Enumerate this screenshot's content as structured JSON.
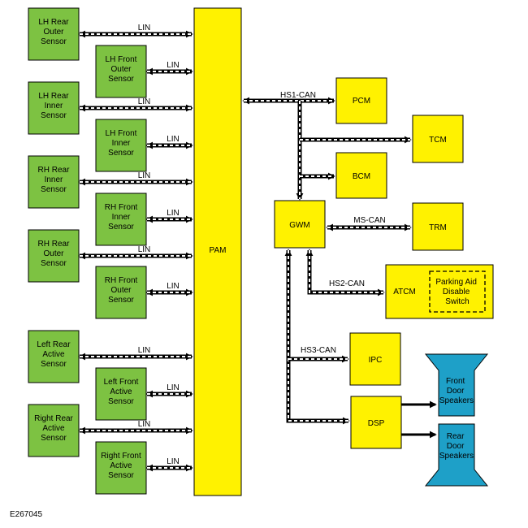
{
  "modules": {
    "pam": "PAM",
    "pcm": "PCM",
    "tcm": "TCM",
    "bcm": "BCM",
    "gwm": "GWM",
    "trm": "TRM",
    "atcm": "ATCM",
    "ipc": "IPC",
    "dsp": "DSP"
  },
  "sensors": [
    {
      "id": "lh-rear-outer",
      "lines": [
        "LH Rear",
        "Outer",
        "Sensor"
      ]
    },
    {
      "id": "lh-front-outer",
      "lines": [
        "LH Front",
        "Outer",
        "Sensor"
      ]
    },
    {
      "id": "lh-rear-inner",
      "lines": [
        "LH Rear",
        "Inner",
        "Sensor"
      ]
    },
    {
      "id": "lh-front-inner",
      "lines": [
        "LH Front",
        "Inner",
        "Sensor"
      ]
    },
    {
      "id": "rh-rear-inner",
      "lines": [
        "RH Rear",
        "Inner",
        "Sensor"
      ]
    },
    {
      "id": "rh-front-inner",
      "lines": [
        "RH Front",
        "Inner",
        "Sensor"
      ]
    },
    {
      "id": "rh-rear-outer",
      "lines": [
        "RH Rear",
        "Outer",
        "Sensor"
      ]
    },
    {
      "id": "rh-front-outer",
      "lines": [
        "RH Front",
        "Outer",
        "Sensor"
      ]
    },
    {
      "id": "left-rear-active",
      "lines": [
        "Left Rear",
        "Active",
        "Sensor"
      ]
    },
    {
      "id": "left-front-active",
      "lines": [
        "Left Front",
        "Active",
        "Sensor"
      ]
    },
    {
      "id": "right-rear-active",
      "lines": [
        "Right Rear",
        "Active",
        "Sensor"
      ]
    },
    {
      "id": "right-front-active",
      "lines": [
        "Right Front",
        "Active",
        "Sensor"
      ]
    }
  ],
  "switch_lines": [
    "Parking Aid",
    "Disable",
    "Switch"
  ],
  "speakers": {
    "front": [
      "Front",
      "Door",
      "Speakers"
    ],
    "rear": [
      "Rear",
      "Door",
      "Speakers"
    ]
  },
  "buses": {
    "lin": "LIN",
    "hs1": "HS1-CAN",
    "ms": "MS-CAN",
    "hs2": "HS2-CAN",
    "hs3": "HS3-CAN"
  },
  "figure_code": "E267045",
  "colors": {
    "sensor_fill": "#7dc242",
    "module_fill": "#fff200",
    "speaker_fill": "#1ea0c8",
    "outline": "#000000"
  }
}
